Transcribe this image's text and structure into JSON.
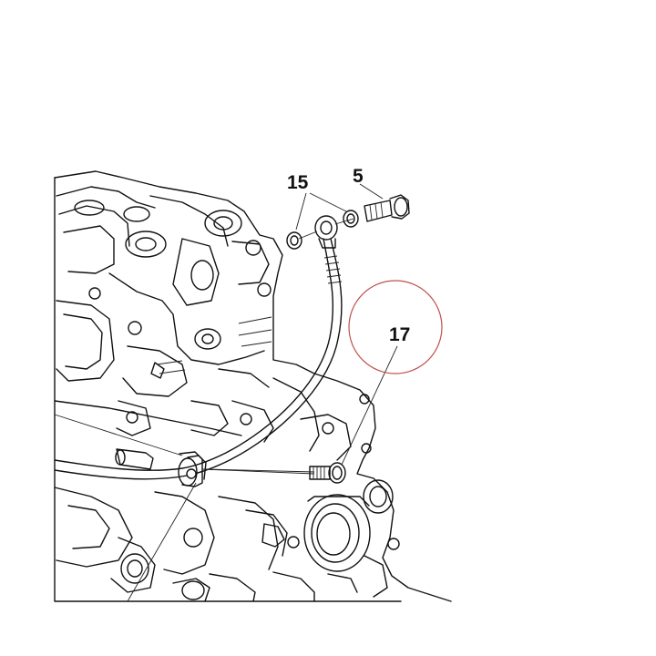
{
  "callouts": {
    "washers": "15",
    "banjo_bolt": "5",
    "clamp_bolt": "17"
  },
  "colors": {
    "line": "#111111",
    "highlight_circle": "#c0504d",
    "background": "#ffffff"
  }
}
